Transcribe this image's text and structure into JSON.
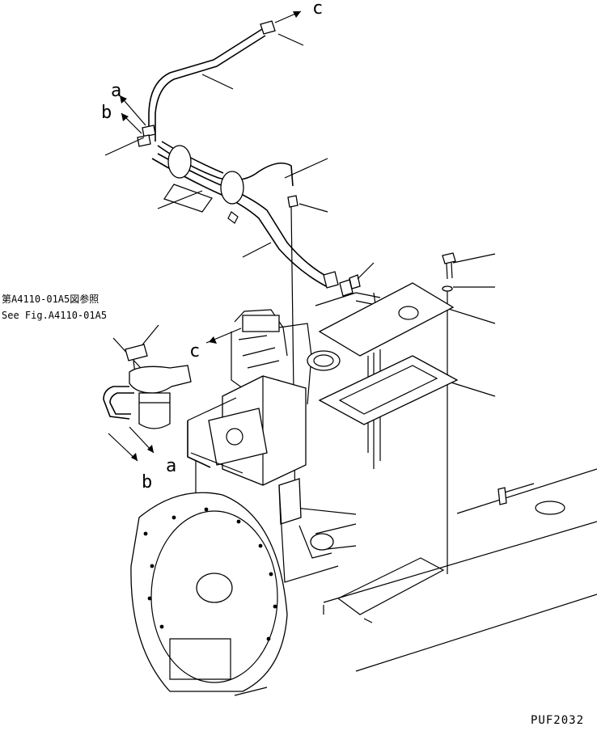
{
  "callouts": {
    "a_top": "a",
    "b_top": "b",
    "c_top": "c",
    "c_mid": "c",
    "a_bottom": "a",
    "b_bottom": "b"
  },
  "reference_note": {
    "jp": "第A4110-01A5図参照",
    "en": "See Fig.A4110-01A5"
  },
  "drawing_code": "PUF2032",
  "colors": {
    "ink": "#000000",
    "paper": "#ffffff"
  }
}
